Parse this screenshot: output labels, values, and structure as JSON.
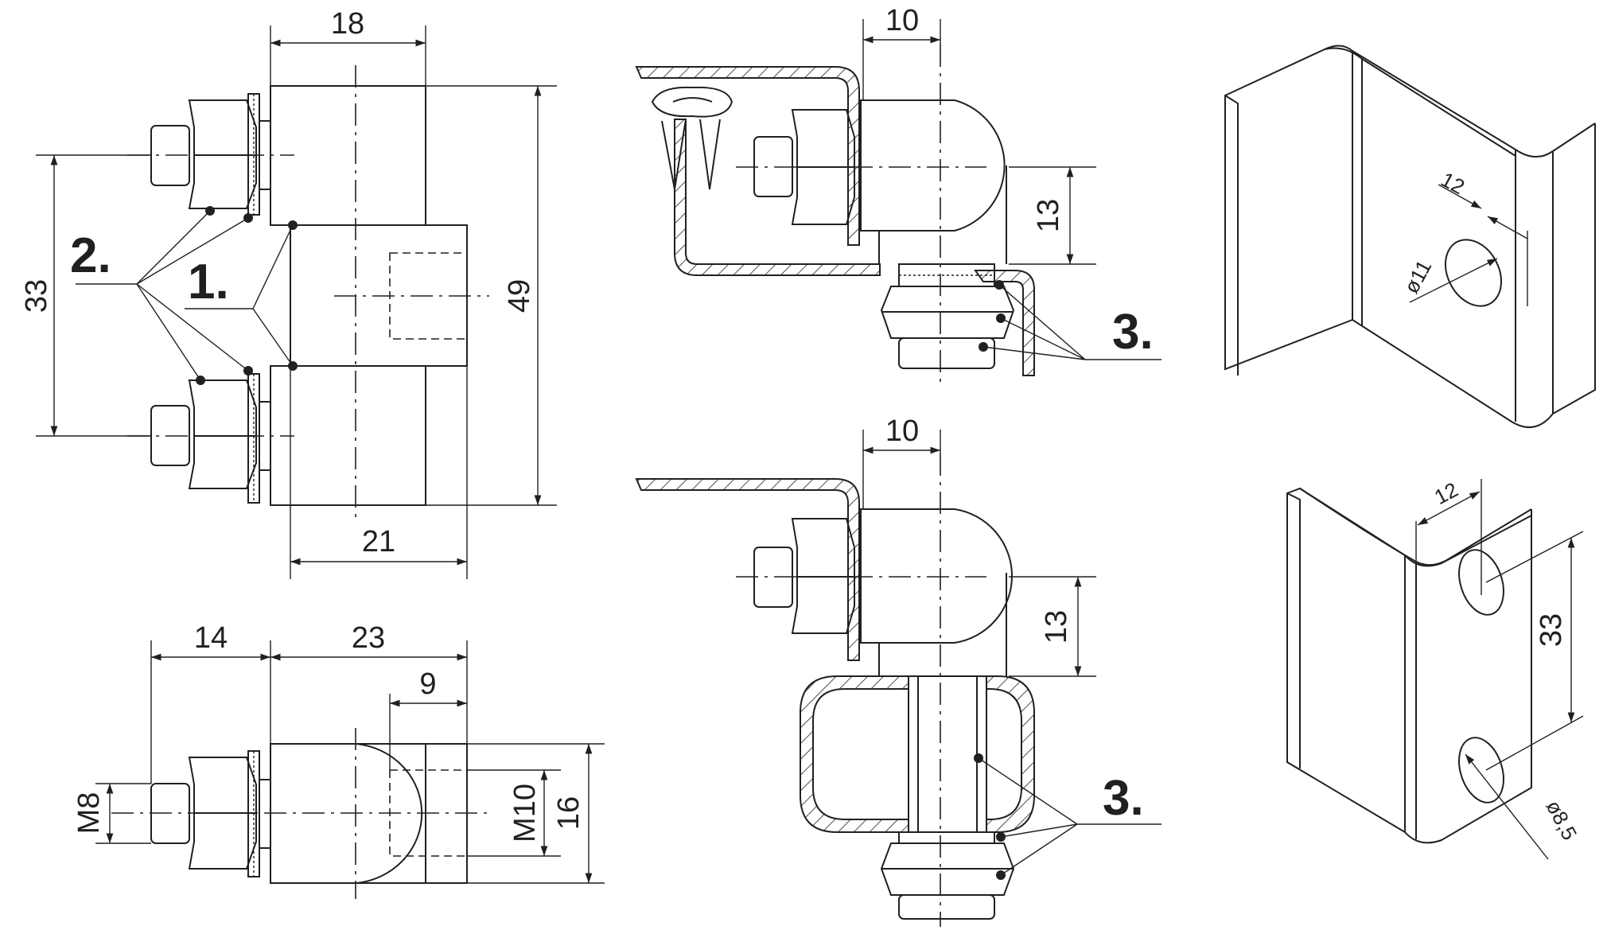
{
  "view_top_left": {
    "width_top": "18",
    "height_bolt_pitch": "33",
    "total_height": "49",
    "body_width": "21",
    "callout_left": "2.",
    "callout_center": "1."
  },
  "view_bottom_left": {
    "bolt_length": "14",
    "body_length": "23",
    "thread_depth": "9",
    "bolt_thread": "M8",
    "inner_thread": "M10",
    "body_height": "16"
  },
  "view_top_middle": {
    "offset": "10",
    "height": "13",
    "callout": "3."
  },
  "view_bottom_middle": {
    "offset": "10",
    "height": "13",
    "callout": "3."
  },
  "view_top_right": {
    "edge_distance": "12",
    "hole_diameter": "ø11"
  },
  "view_bottom_right": {
    "edge_distance": "12",
    "hole_pitch": "33",
    "hole_diameter": "ø8,5"
  }
}
